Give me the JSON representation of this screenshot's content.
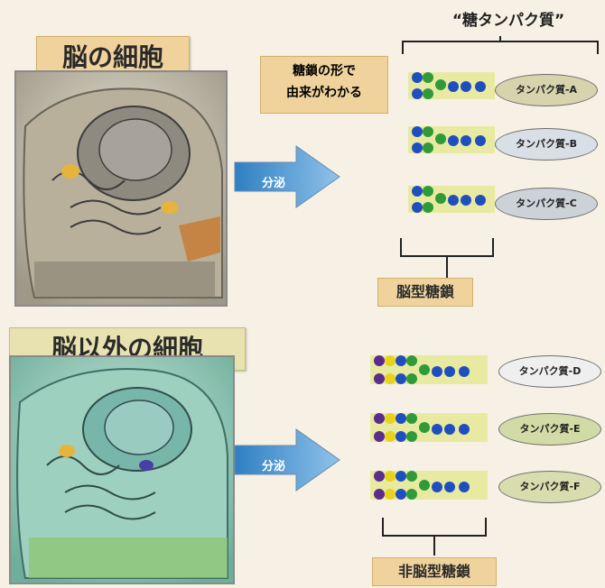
{
  "header": {
    "glycoprotein_label": "“糖タンパク質”"
  },
  "brain_section": {
    "title": "脳の細胞",
    "arrow_label": "分泌",
    "caption": "脳型糖鎖",
    "proteins": [
      "タンパク質-A",
      "タンパク質-B",
      "タンパク質-C"
    ]
  },
  "note": {
    "line1": "糖鎖の形で",
    "line2": "由来がわかる"
  },
  "nonbrain_section": {
    "title": "脳以外の細胞",
    "arrow_label": "分泌",
    "caption": "非脳型糖鎖",
    "proteins": [
      "タンパク質-D",
      "タンパク質-E",
      "タンパク質-F"
    ]
  },
  "colors": {
    "blue_sugar": "#1f4fbf",
    "green_sugar": "#2f9a3a",
    "purple_sugar": "#5a2d8c",
    "yellow_sugar": "#e8d21a",
    "arrow": "#4a90c8",
    "protein_oval_brain": "#d6d3ad",
    "protein_oval_nonbrain": "#d8d9b0"
  }
}
